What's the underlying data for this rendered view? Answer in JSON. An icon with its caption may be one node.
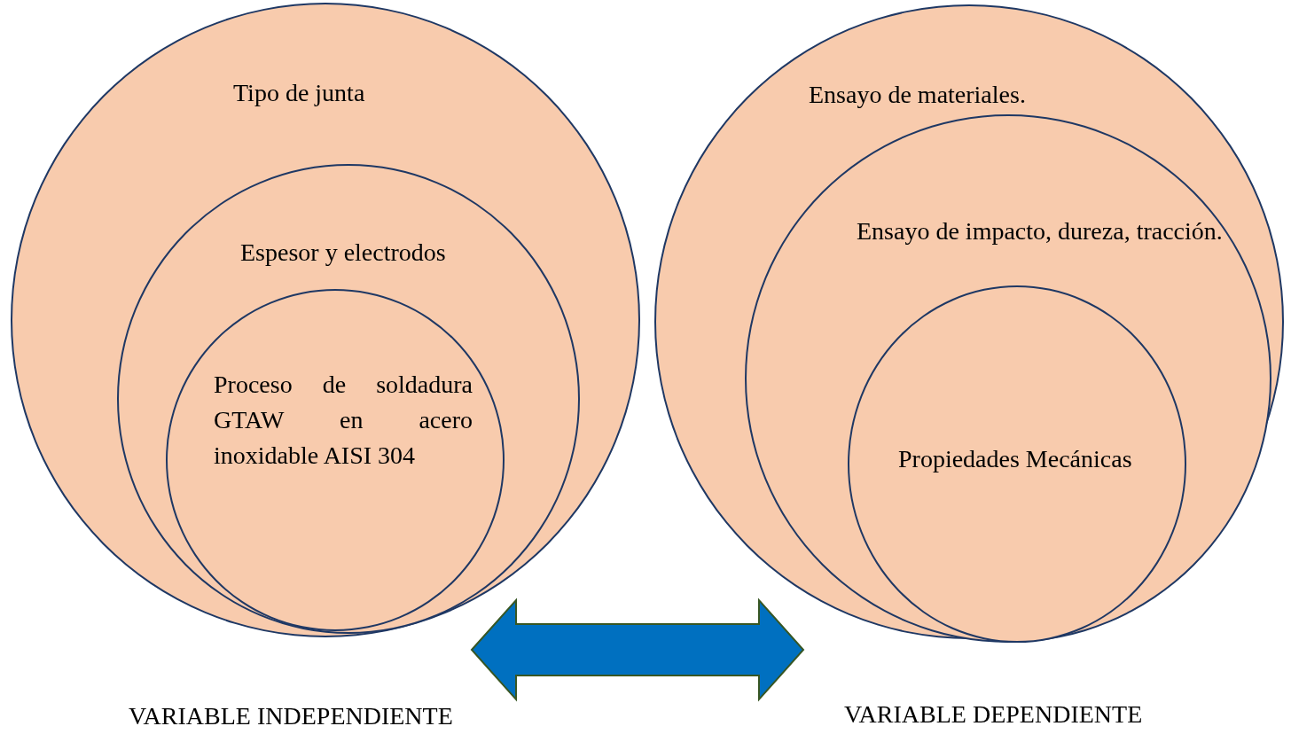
{
  "diagram": {
    "nodes": [
      {
        "text": [
          "Tipo de junta"
        ],
        "beside": [
          "VARIABLE INDEPENDIENTE"
        ]
      },
      {
        "text": [
          "Espesor y electrodos"
        ],
        "in": 0
      },
      {
        "text": [
          "Proceso de soldadura GTAW en acero inoxidable AISI 304"
        ],
        "in": 1
      },
      {
        "text": [
          "Ensayo de materiales."
        ],
        "beside": [
          "VARIABLE DEPENDIENTE"
        ]
      },
      {
        "text": [
          "Ensayo de impacto, dureza, tracción."
        ],
        "in": 3
      },
      {
        "text": [
          "Propiedades Mecánicas"
        ],
        "in": 4
      }
    ],
    "edges": [
      {
        "from": 0,
        "to": 3,
        "arrow": "both",
        "style": "thick",
        "color": "#0070c0"
      }
    ]
  }
}
